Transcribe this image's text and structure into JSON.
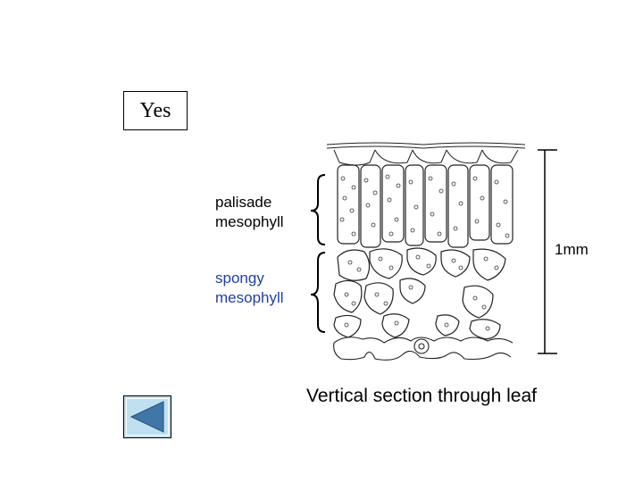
{
  "yes_box": {
    "text": "Yes"
  },
  "labels": {
    "palisade": [
      "palisade",
      "mesophyll"
    ],
    "spongy": [
      "spongy",
      "mesophyll"
    ],
    "scale": "1mm"
  },
  "caption": "Vertical section through leaf",
  "colors": {
    "spongy_label": "#1f3fa8",
    "back_button_fill": "#bfe0f0",
    "back_arrow": "#3f78a8"
  },
  "icons": {
    "back": "back-arrow-icon"
  }
}
